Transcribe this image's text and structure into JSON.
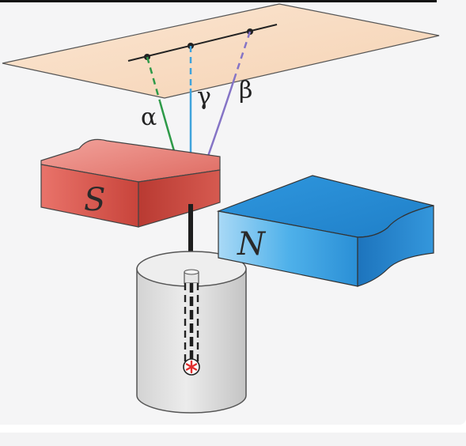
{
  "labels": {
    "alpha": "α",
    "beta": "β",
    "gamma": "γ",
    "south_pole": "S",
    "north_pole": "N"
  },
  "colors": {
    "screen": "#f8dcc2",
    "alpha_ray": "#2e9a48",
    "gamma_ray": "#3fa3dc",
    "beta_ray": "#8574c6",
    "south_magnet": "#d9534a",
    "north_magnet": "#2f9be0",
    "lead_block": "#dcdcdc",
    "source_mark": "#e03030"
  }
}
